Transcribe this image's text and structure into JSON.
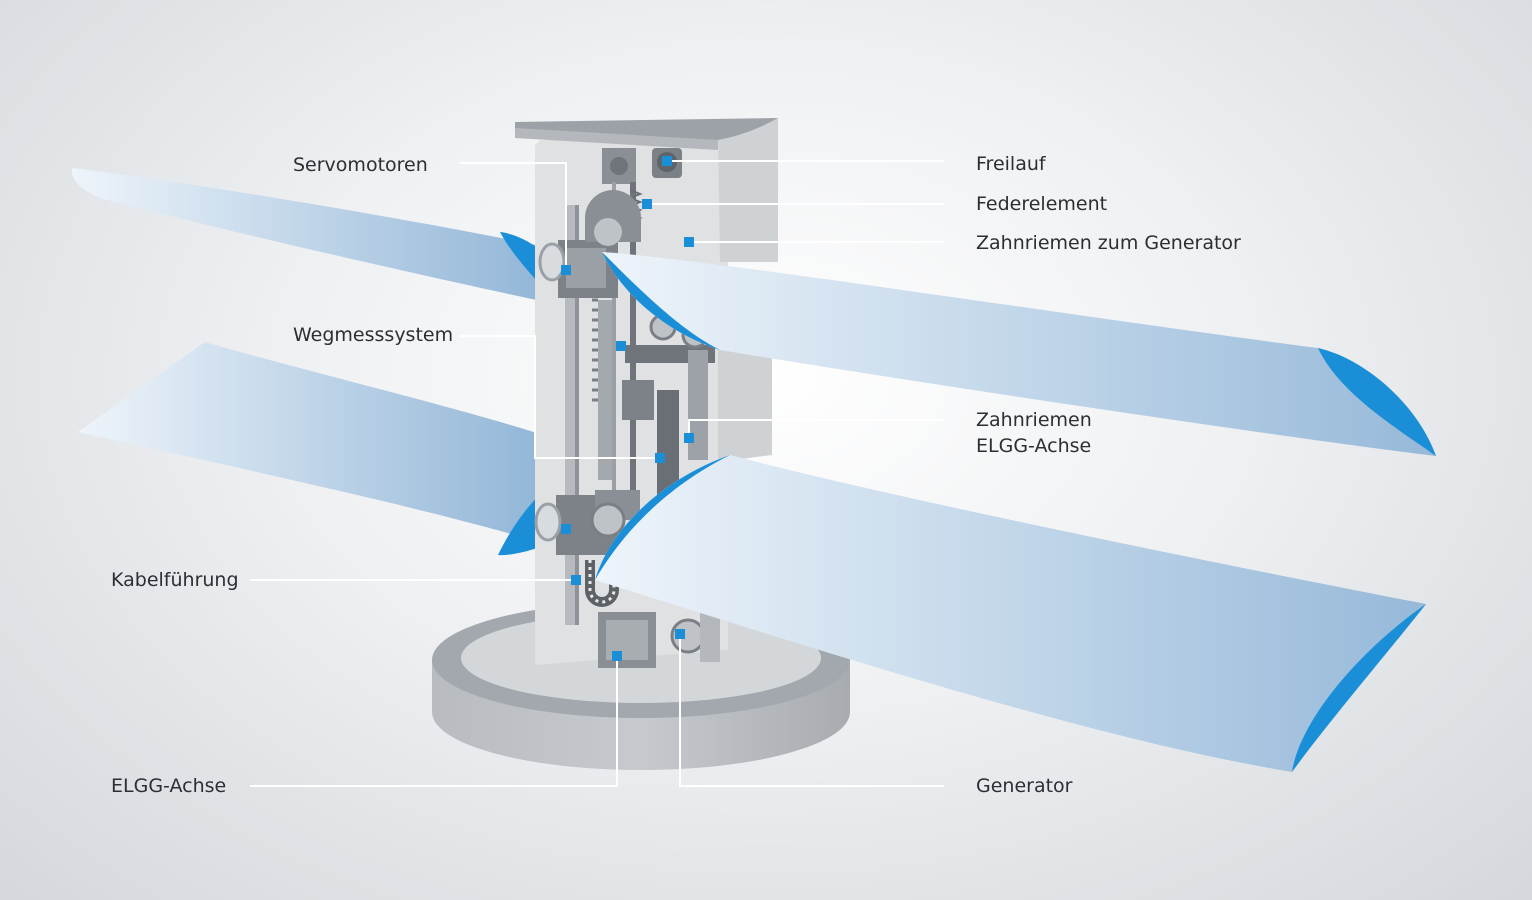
{
  "labels": {
    "servomotoren": "Servomotoren",
    "wegmesssystem": "Wegmesssystem",
    "kabelfuehrung": "Kabelführung",
    "elgg_achse": "ELGG-Achse",
    "freilauf": "Freilauf",
    "federelement": "Federelement",
    "zahnriemen_generator": "Zahnriemen zum Generator",
    "zahnriemen_elgg_line1": "Zahnriemen",
    "zahnriemen_elgg_line2": "ELGG-Achse",
    "generator": "Generator"
  },
  "colors": {
    "marker": "#1a8fd8",
    "leader_line": "#ffffff",
    "blade_light": "#e6eff8",
    "blade_dark": "#95b9da",
    "blade_edge": "#1a8fd8",
    "frame_gray": "#c8cacd",
    "base_gray": "#a9adb2"
  }
}
